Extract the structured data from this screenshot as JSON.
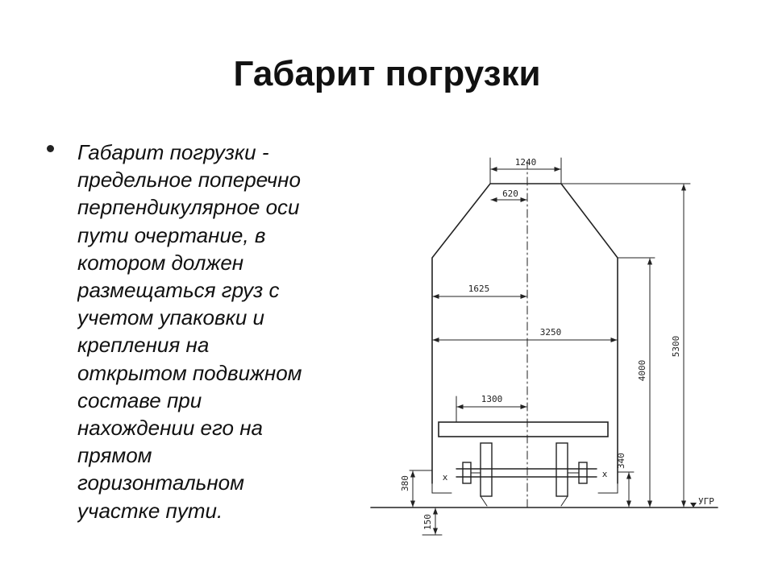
{
  "slide": {
    "title": "Габарит погрузки",
    "bullet_text": "Габарит погрузки -\nпредельное поперечно\nперпендикулярное оси\nпути очертание, в\nкотором должен\nразмещаться груз с\nучетом упаковки и\nкрепления на\nоткрытом подвижном\nсоставе при\nнахождении его на\nпрямом\nгоризонтальном\nучастке пути."
  },
  "diagram": {
    "dimensions": {
      "top_width": "1240",
      "top_half_width": "620",
      "half_width": "1625",
      "full_width": "3250",
      "platform_half": "1300",
      "height_4000": "4000",
      "height_5300": "5300",
      "height_340": "340",
      "height_380": "380",
      "height_150": "150"
    },
    "labels": {
      "rail_level": "УГР",
      "x_left": "x",
      "x_right": "x"
    }
  }
}
